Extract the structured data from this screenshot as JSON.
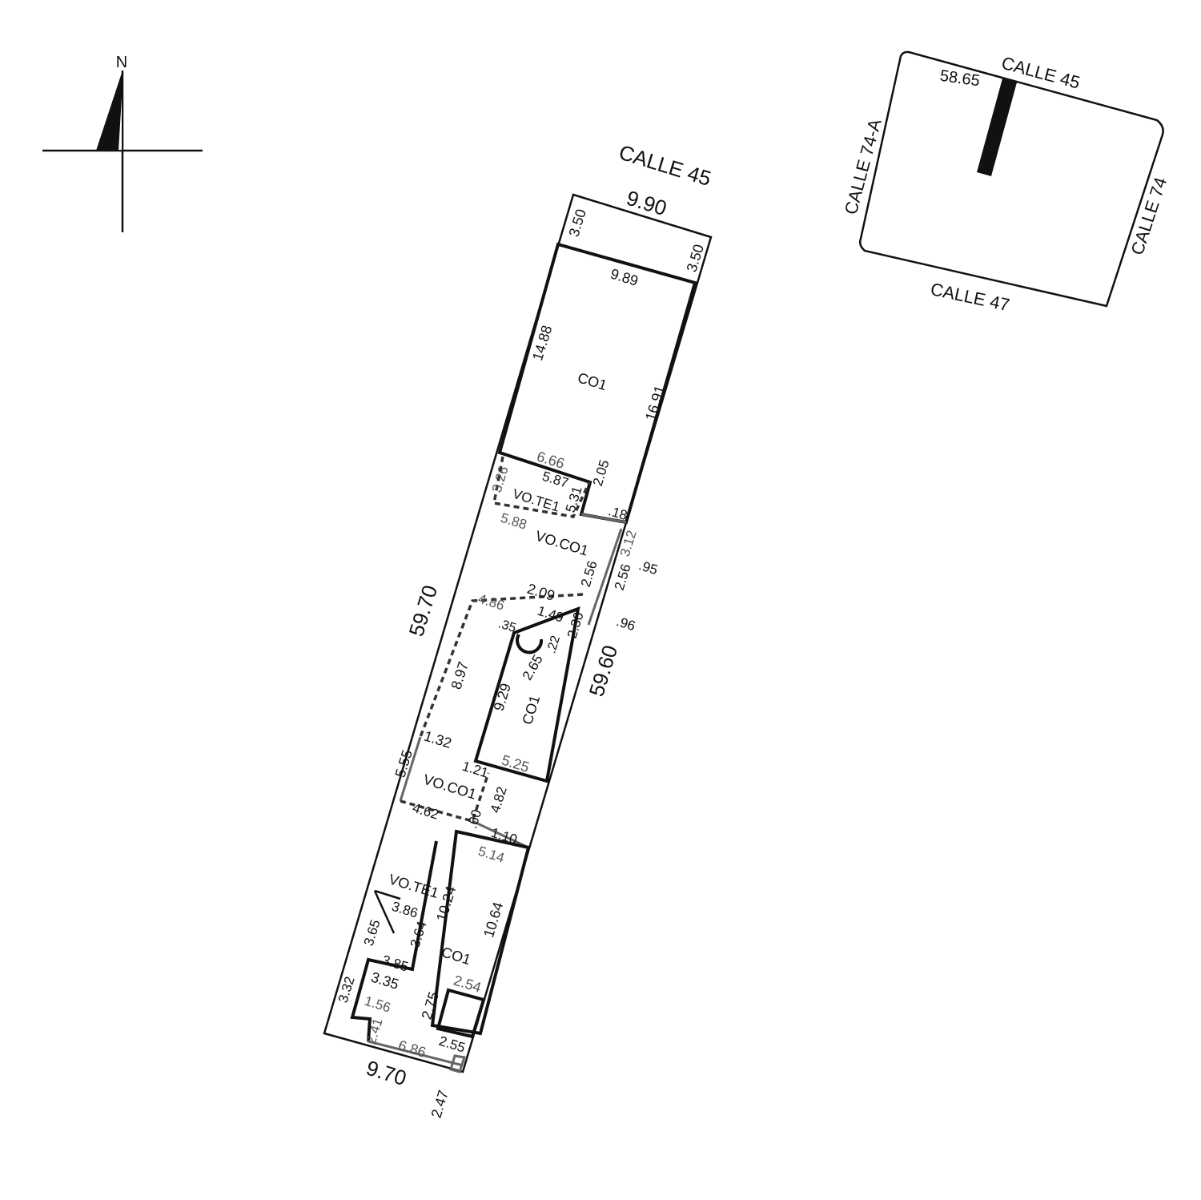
{
  "north_arrow": {
    "label": "N"
  },
  "location_map": {
    "street_north": "CALLE 45",
    "street_west": "CALLE 74-A",
    "street_east": "CALLE 74",
    "street_south": "CALLE 47",
    "distance": "58.65"
  },
  "plan": {
    "street_label": "CALLE 45",
    "labels": [
      "9.90",
      "3.50",
      "3.50",
      "9.89",
      "14.88",
      "CO1",
      "16.91",
      "6.66",
      "3.26",
      "5.87",
      "VO.TE1",
      "5.88",
      "5.31",
      "2.05",
      ".18",
      "VO.CO1",
      "3.12",
      ".95",
      "2.56",
      "2.56",
      "2.09",
      "4.86",
      "1.49",
      ".35",
      "2.30",
      ".22",
      ".96",
      "59.70",
      "59.60",
      "8.97",
      "2.65",
      "9.29",
      "CO1",
      "1.32",
      "5.25",
      "5.55",
      "1.21",
      "VO.CO1",
      "4.82",
      "4.62",
      ".60",
      "1.10",
      "5.14",
      "VO.TE1",
      "3.86",
      "3.65",
      "10.24",
      "10.64",
      "3.64",
      "CO1",
      "3.85",
      "3.35",
      "3.32",
      "2.54",
      "2.75",
      "1.56",
      "2.41",
      "2.55",
      "6.86",
      "9.70",
      "2.47"
    ]
  },
  "colors": {
    "ink": "#111111",
    "secondary_ink": "#666666",
    "background": "#ffffff"
  }
}
